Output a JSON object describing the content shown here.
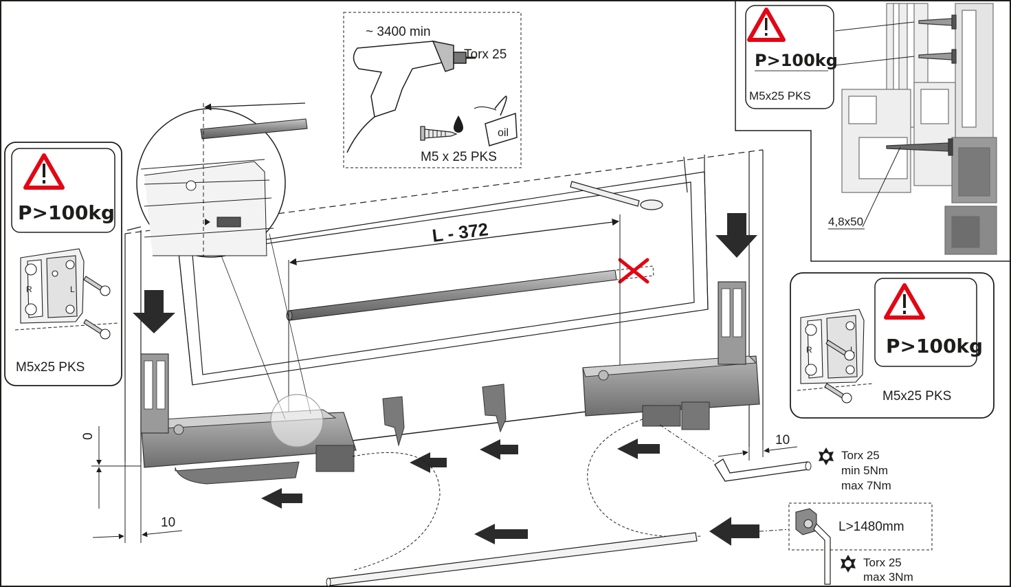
{
  "colors": {
    "warning_red": "#e30613",
    "part_grey": "#8c8c8c",
    "part_dark": "#5a5a5a",
    "line": "#1d1d1b",
    "frame_fill": "#f4f4f4"
  },
  "tool_box": {
    "speed": "~ 3400 min",
    "bit": "Torx 25",
    "screw": "M5 x 25 PKS",
    "oil": "oil"
  },
  "main": {
    "dimension": "L - 372",
    "offset_left": "10",
    "offset_right": "10",
    "vertical_offset": "0"
  },
  "left_panel": {
    "warning": "P>100kg",
    "screw": "M5x25 PKS",
    "bracket_marks": [
      "R",
      "L"
    ]
  },
  "right_panel": {
    "warning": "P>100kg",
    "screw": "M5x25 PKS",
    "bracket_marks": [
      "R",
      "L"
    ]
  },
  "top_right_section": {
    "warning": "P>100kg",
    "screw": "M5x25 PKS",
    "frame_screw": "4,8x50"
  },
  "torque_main": {
    "bit": "Torx 25",
    "min": "min 5Nm",
    "max": "max 7Nm"
  },
  "length_note": {
    "label": "L>1480mm",
    "bit": "Torx 25",
    "max": "max 3Nm"
  },
  "icons": [
    "warning-triangle-icon",
    "torx-icon",
    "drill-icon",
    "oil-can-icon",
    "oil-drop-icon",
    "screw-icon",
    "hex-key-icon",
    "down-arrow-icon",
    "push-arrow-icon",
    "cross-icon"
  ]
}
